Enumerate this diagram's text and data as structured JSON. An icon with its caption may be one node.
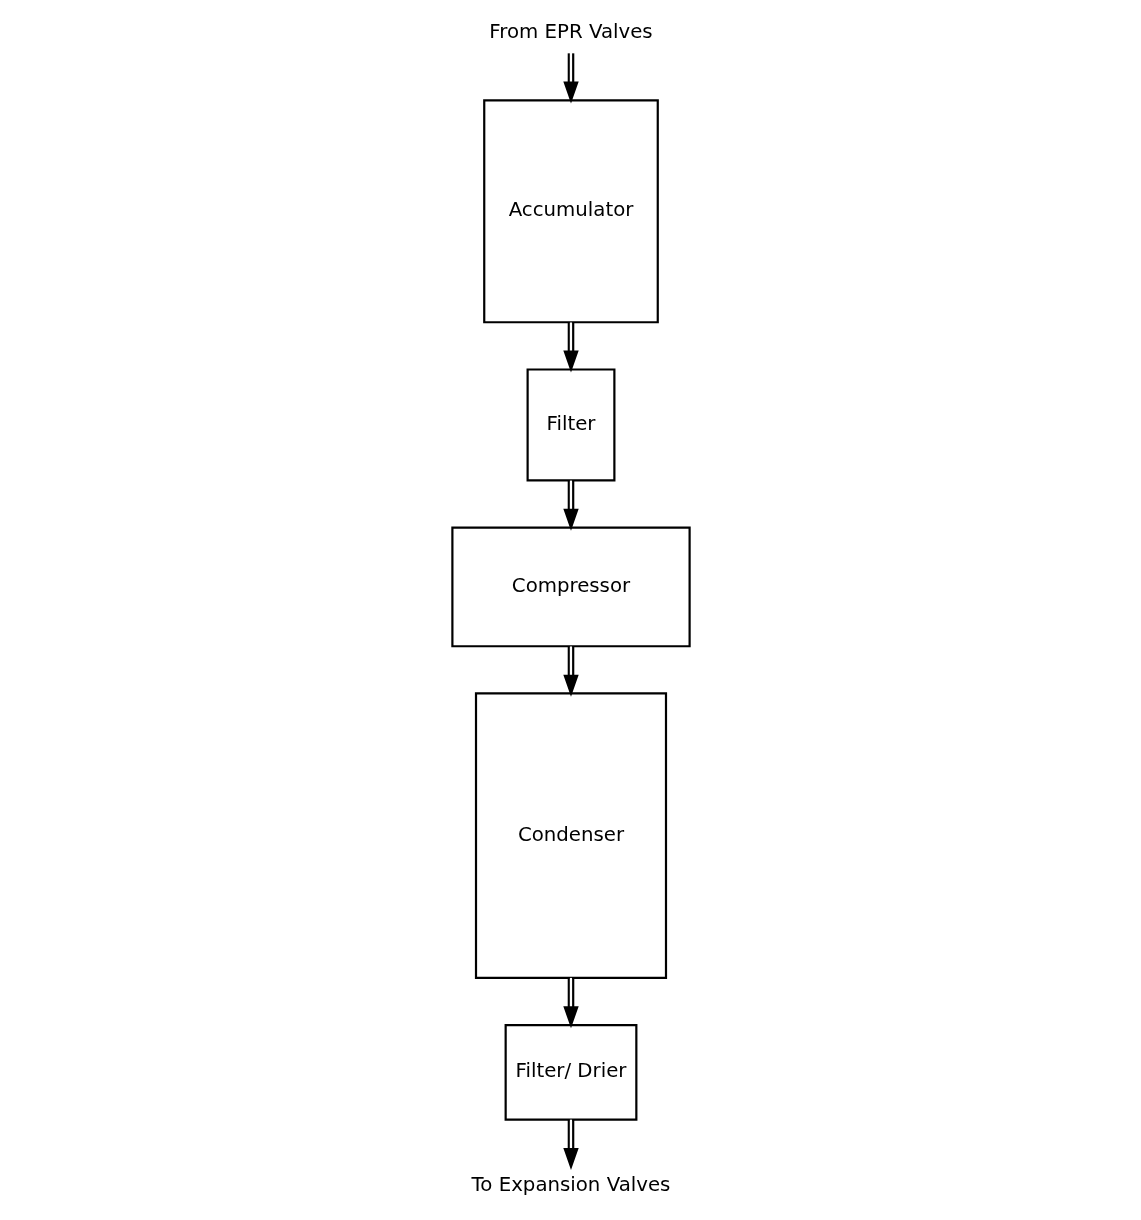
{
  "diagram": {
    "nodes": [
      {
        "text": [
          "From EPR Valves"
        ]
      },
      {
        "text": [
          "To Expansion Valves"
        ]
      },
      {
        "text": [
          "Filter/ Drier"
        ]
      },
      {
        "text": [
          "Accumulator"
        ]
      },
      {
        "text": [
          "Condenser"
        ]
      },
      {
        "text": [
          "Filter"
        ]
      },
      {
        "text": [
          "Compressor"
        ]
      }
    ],
    "edges": [
      {
        "from": 0,
        "to": 3,
        "arrow": "to"
      },
      {
        "from": 3,
        "to": 5,
        "arrow": "to"
      },
      {
        "from": 5,
        "to": 6,
        "arrow": "to"
      },
      {
        "from": 6,
        "to": 4,
        "arrow": "to"
      },
      {
        "from": 4,
        "to": 2,
        "arrow": "to"
      },
      {
        "from": 2,
        "to": 1,
        "arrow": "to"
      }
    ]
  }
}
